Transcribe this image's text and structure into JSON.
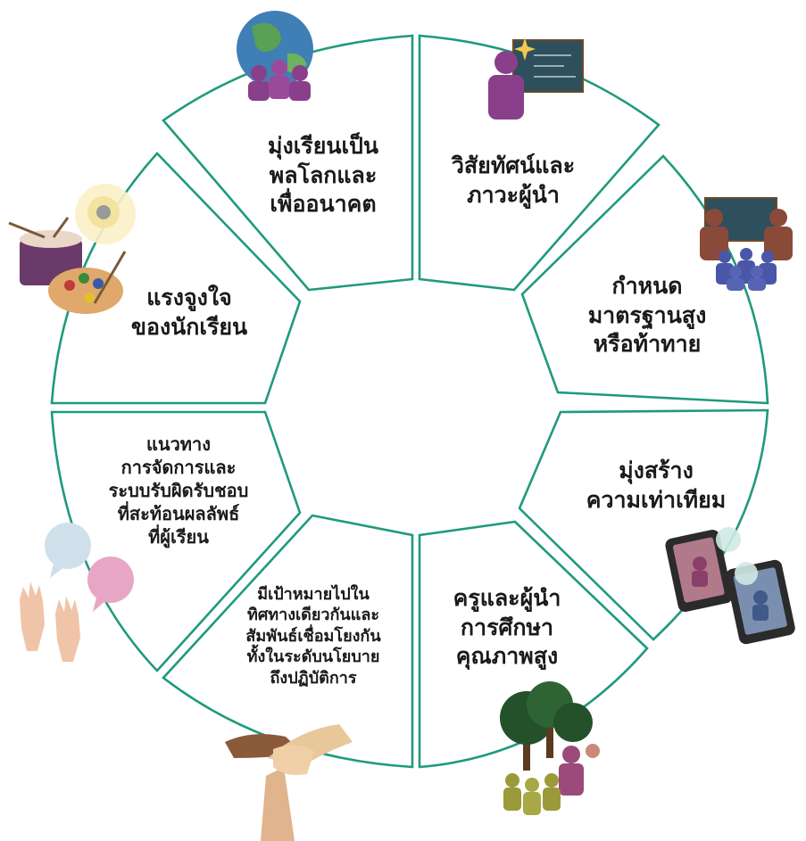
{
  "segments": [
    {
      "id": "global-learning",
      "icon": "globe-people-icon",
      "lines": [
        "มุ่งเรียนเป็น",
        "พลโลกและ",
        "เพื่ออนาคต"
      ]
    },
    {
      "id": "vision-leadership",
      "icon": "teacher-blackboard-icon",
      "lines": [
        "วิสัยทัศน์และ",
        "ภาวะผู้นำ"
      ]
    },
    {
      "id": "high-standards",
      "icon": "classroom-students-icon",
      "lines": [
        "กำหนด",
        "มาตรฐานสูง",
        "หรือท้าทาย"
      ]
    },
    {
      "id": "equity",
      "icon": "tablet-video-call-icon",
      "lines": [
        "มุ่งสร้าง",
        "ความเท่าเทียม"
      ]
    },
    {
      "id": "quality-teachers",
      "icon": "tree-group-icon",
      "lines": [
        "ครูและผู้นำ",
        "การศึกษา",
        "คุณภาพสูง"
      ]
    },
    {
      "id": "policy-alignment",
      "icon": "handshake-icon",
      "lines": [
        "มีเป้าหมายไปใน",
        "ทิศทางเดียวกันและ",
        "สัมพันธ์เชื่อมโยงกัน",
        "ทั้งในระดับนโยบาย",
        "ถึงปฏิบัติการ"
      ]
    },
    {
      "id": "accountability",
      "icon": "raised-hands-speech-bubbles-icon",
      "lines": [
        "แนวทาง",
        "การจัดการและ",
        "ระบบรับผิดรับชอบ",
        "ที่สะท้อนผลลัพธ์",
        "ที่ผู้เรียน"
      ]
    },
    {
      "id": "motivation",
      "icon": "drum-palette-lightbulb-icon",
      "lines": [
        "แรงจูงใจ",
        "ของนักเรียน"
      ]
    }
  ],
  "colors": {
    "ring": "#1f9a7e",
    "text": "#1a1a1a"
  }
}
